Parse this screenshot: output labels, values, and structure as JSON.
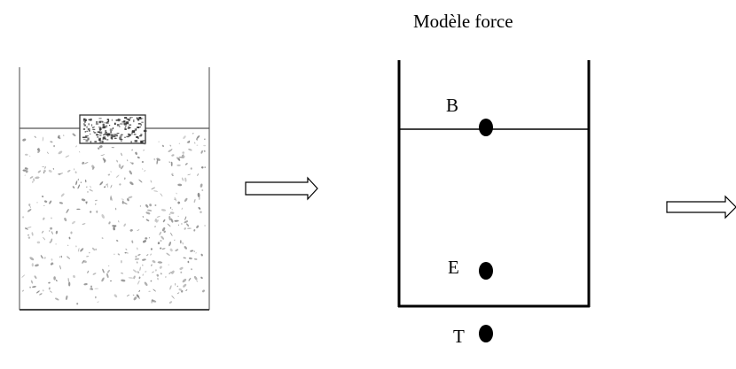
{
  "diagram": {
    "title": "Modèle force",
    "points": [
      {
        "label": "B"
      },
      {
        "label": "E"
      },
      {
        "label": "T"
      }
    ]
  },
  "colors": {
    "ink": "#000000",
    "sketch_ink": "#555555",
    "background": "#ffffff"
  },
  "icons": [
    "right-arrow-icon",
    "right-arrow-icon"
  ]
}
